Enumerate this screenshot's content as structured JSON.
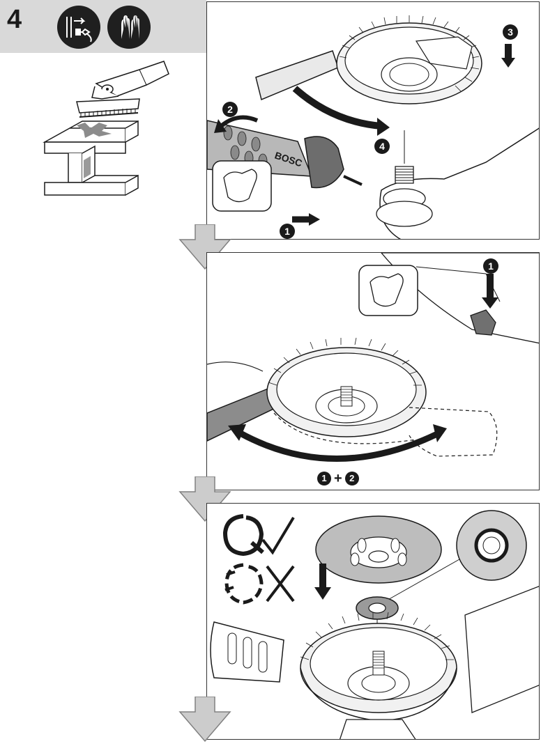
{
  "step": {
    "number": "4"
  },
  "header_icons": [
    {
      "icon": "unplug-power-icon"
    },
    {
      "icon": "protective-gloves-icon"
    }
  ],
  "panel_1": {
    "badges": [
      {
        "label": "1"
      },
      {
        "label": "2"
      },
      {
        "label": "3"
      },
      {
        "label": "4"
      }
    ],
    "handle_brand": "BOSC"
  },
  "panel_2": {
    "badges": [
      {
        "label": "1"
      }
    ],
    "combo": {
      "first": "1",
      "plus": "+",
      "second": "2"
    }
  },
  "panel_3": {
    "check_icon": "correct-check-icon",
    "cross_icon": "incorrect-cross-icon"
  },
  "colors": {
    "header_band": "#d9d9d9",
    "ink": "#1a1a1a",
    "flow_arrow": "#cccccc"
  }
}
